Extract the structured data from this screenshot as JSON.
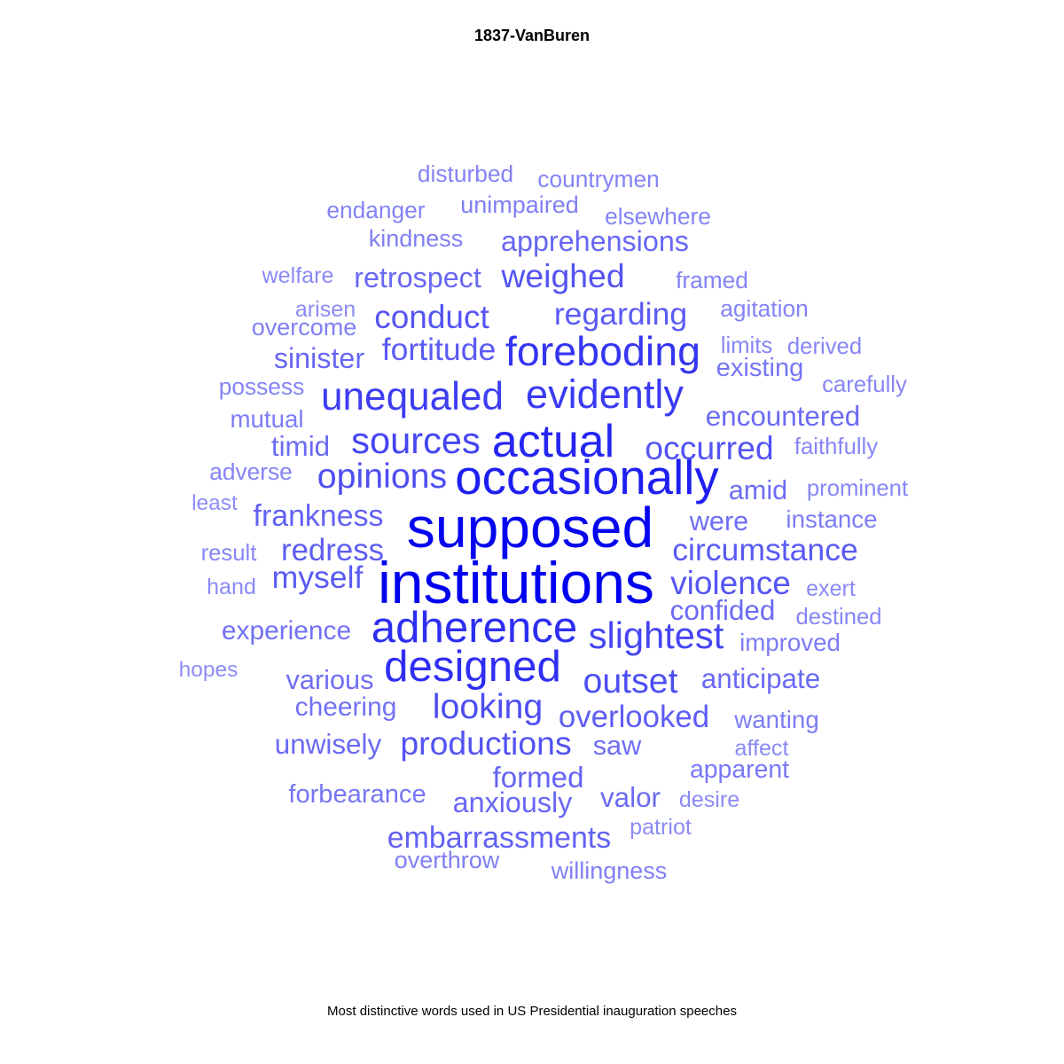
{
  "chart_data": {
    "type": "wordcloud",
    "title": "1837-VanBuren",
    "caption": "Most distinctive words used in US Presidential inauguration speeches",
    "color_scale": {
      "low": "#a6a6f7",
      "high": "#0000f0"
    },
    "words": [
      {
        "text": "institutions",
        "weight": 1.0
      },
      {
        "text": "supposed",
        "weight": 0.97
      },
      {
        "text": "occasionally",
        "weight": 0.8
      },
      {
        "text": "actual",
        "weight": 0.75
      },
      {
        "text": "adherence",
        "weight": 0.7
      },
      {
        "text": "designed",
        "weight": 0.7
      },
      {
        "text": "foreboding",
        "weight": 0.65
      },
      {
        "text": "evidently",
        "weight": 0.62
      },
      {
        "text": "unequaled",
        "weight": 0.6
      },
      {
        "text": "slightest",
        "weight": 0.55
      },
      {
        "text": "sources",
        "weight": 0.55
      },
      {
        "text": "outset",
        "weight": 0.5
      },
      {
        "text": "looking",
        "weight": 0.5
      },
      {
        "text": "opinions",
        "weight": 0.5
      },
      {
        "text": "occurred",
        "weight": 0.46
      },
      {
        "text": "weighed",
        "weight": 0.46
      },
      {
        "text": "violence",
        "weight": 0.45
      },
      {
        "text": "productions",
        "weight": 0.46
      },
      {
        "text": "conduct",
        "weight": 0.45
      },
      {
        "text": "regarding",
        "weight": 0.42
      },
      {
        "text": "fortitude",
        "weight": 0.42
      },
      {
        "text": "circumstance",
        "weight": 0.42
      },
      {
        "text": "myself",
        "weight": 0.42
      },
      {
        "text": "redress",
        "weight": 0.4
      },
      {
        "text": "overlooked",
        "weight": 0.4
      },
      {
        "text": "embarrassments",
        "weight": 0.38
      },
      {
        "text": "frankness",
        "weight": 0.38
      },
      {
        "text": "formed",
        "weight": 0.36
      },
      {
        "text": "anxiously",
        "weight": 0.34
      },
      {
        "text": "retrospect",
        "weight": 0.34
      },
      {
        "text": "sinister",
        "weight": 0.34
      },
      {
        "text": "apprehensions",
        "weight": 0.34
      },
      {
        "text": "encountered",
        "weight": 0.32
      },
      {
        "text": "anticipate",
        "weight": 0.32
      },
      {
        "text": "confided",
        "weight": 0.32
      },
      {
        "text": "unwisely",
        "weight": 0.32
      },
      {
        "text": "timid",
        "weight": 0.32
      },
      {
        "text": "valor",
        "weight": 0.32
      },
      {
        "text": "amid",
        "weight": 0.3
      },
      {
        "text": "various",
        "weight": 0.3
      },
      {
        "text": "saw",
        "weight": 0.3
      },
      {
        "text": "were",
        "weight": 0.3
      },
      {
        "text": "experience",
        "weight": 0.28
      },
      {
        "text": "cheering",
        "weight": 0.28
      },
      {
        "text": "forbearance",
        "weight": 0.26
      },
      {
        "text": "existing",
        "weight": 0.26
      },
      {
        "text": "apparent",
        "weight": 0.24
      },
      {
        "text": "wanting",
        "weight": 0.22
      },
      {
        "text": "improved",
        "weight": 0.22
      },
      {
        "text": "instance",
        "weight": 0.22
      },
      {
        "text": "mutual",
        "weight": 0.22
      },
      {
        "text": "unimpaired",
        "weight": 0.2
      },
      {
        "text": "overthrow",
        "weight": 0.2
      },
      {
        "text": "overcome",
        "weight": 0.2
      },
      {
        "text": "willingness",
        "weight": 0.2
      },
      {
        "text": "countrymen",
        "weight": 0.18
      },
      {
        "text": "kindness",
        "weight": 0.2
      },
      {
        "text": "disturbed",
        "weight": 0.18
      },
      {
        "text": "elsewhere",
        "weight": 0.18
      },
      {
        "text": "agitation",
        "weight": 0.18
      },
      {
        "text": "endanger",
        "weight": 0.18
      },
      {
        "text": "framed",
        "weight": 0.18
      },
      {
        "text": "possess",
        "weight": 0.18
      },
      {
        "text": "adverse",
        "weight": 0.18
      },
      {
        "text": "prominent",
        "weight": 0.16
      },
      {
        "text": "destined",
        "weight": 0.16
      },
      {
        "text": "derived",
        "weight": 0.16
      },
      {
        "text": "faithfully",
        "weight": 0.16
      },
      {
        "text": "carefully",
        "weight": 0.16
      },
      {
        "text": "result",
        "weight": 0.16
      },
      {
        "text": "limits",
        "weight": 0.16
      },
      {
        "text": "welfare",
        "weight": 0.14
      },
      {
        "text": "patriot",
        "weight": 0.14
      },
      {
        "text": "arisen",
        "weight": 0.14
      },
      {
        "text": "exert",
        "weight": 0.14
      },
      {
        "text": "desire",
        "weight": 0.14
      },
      {
        "text": "hand",
        "weight": 0.14
      },
      {
        "text": "affect",
        "weight": 0.14
      },
      {
        "text": "least",
        "weight": 0.12
      },
      {
        "text": "hopes",
        "weight": 0.12
      }
    ]
  }
}
